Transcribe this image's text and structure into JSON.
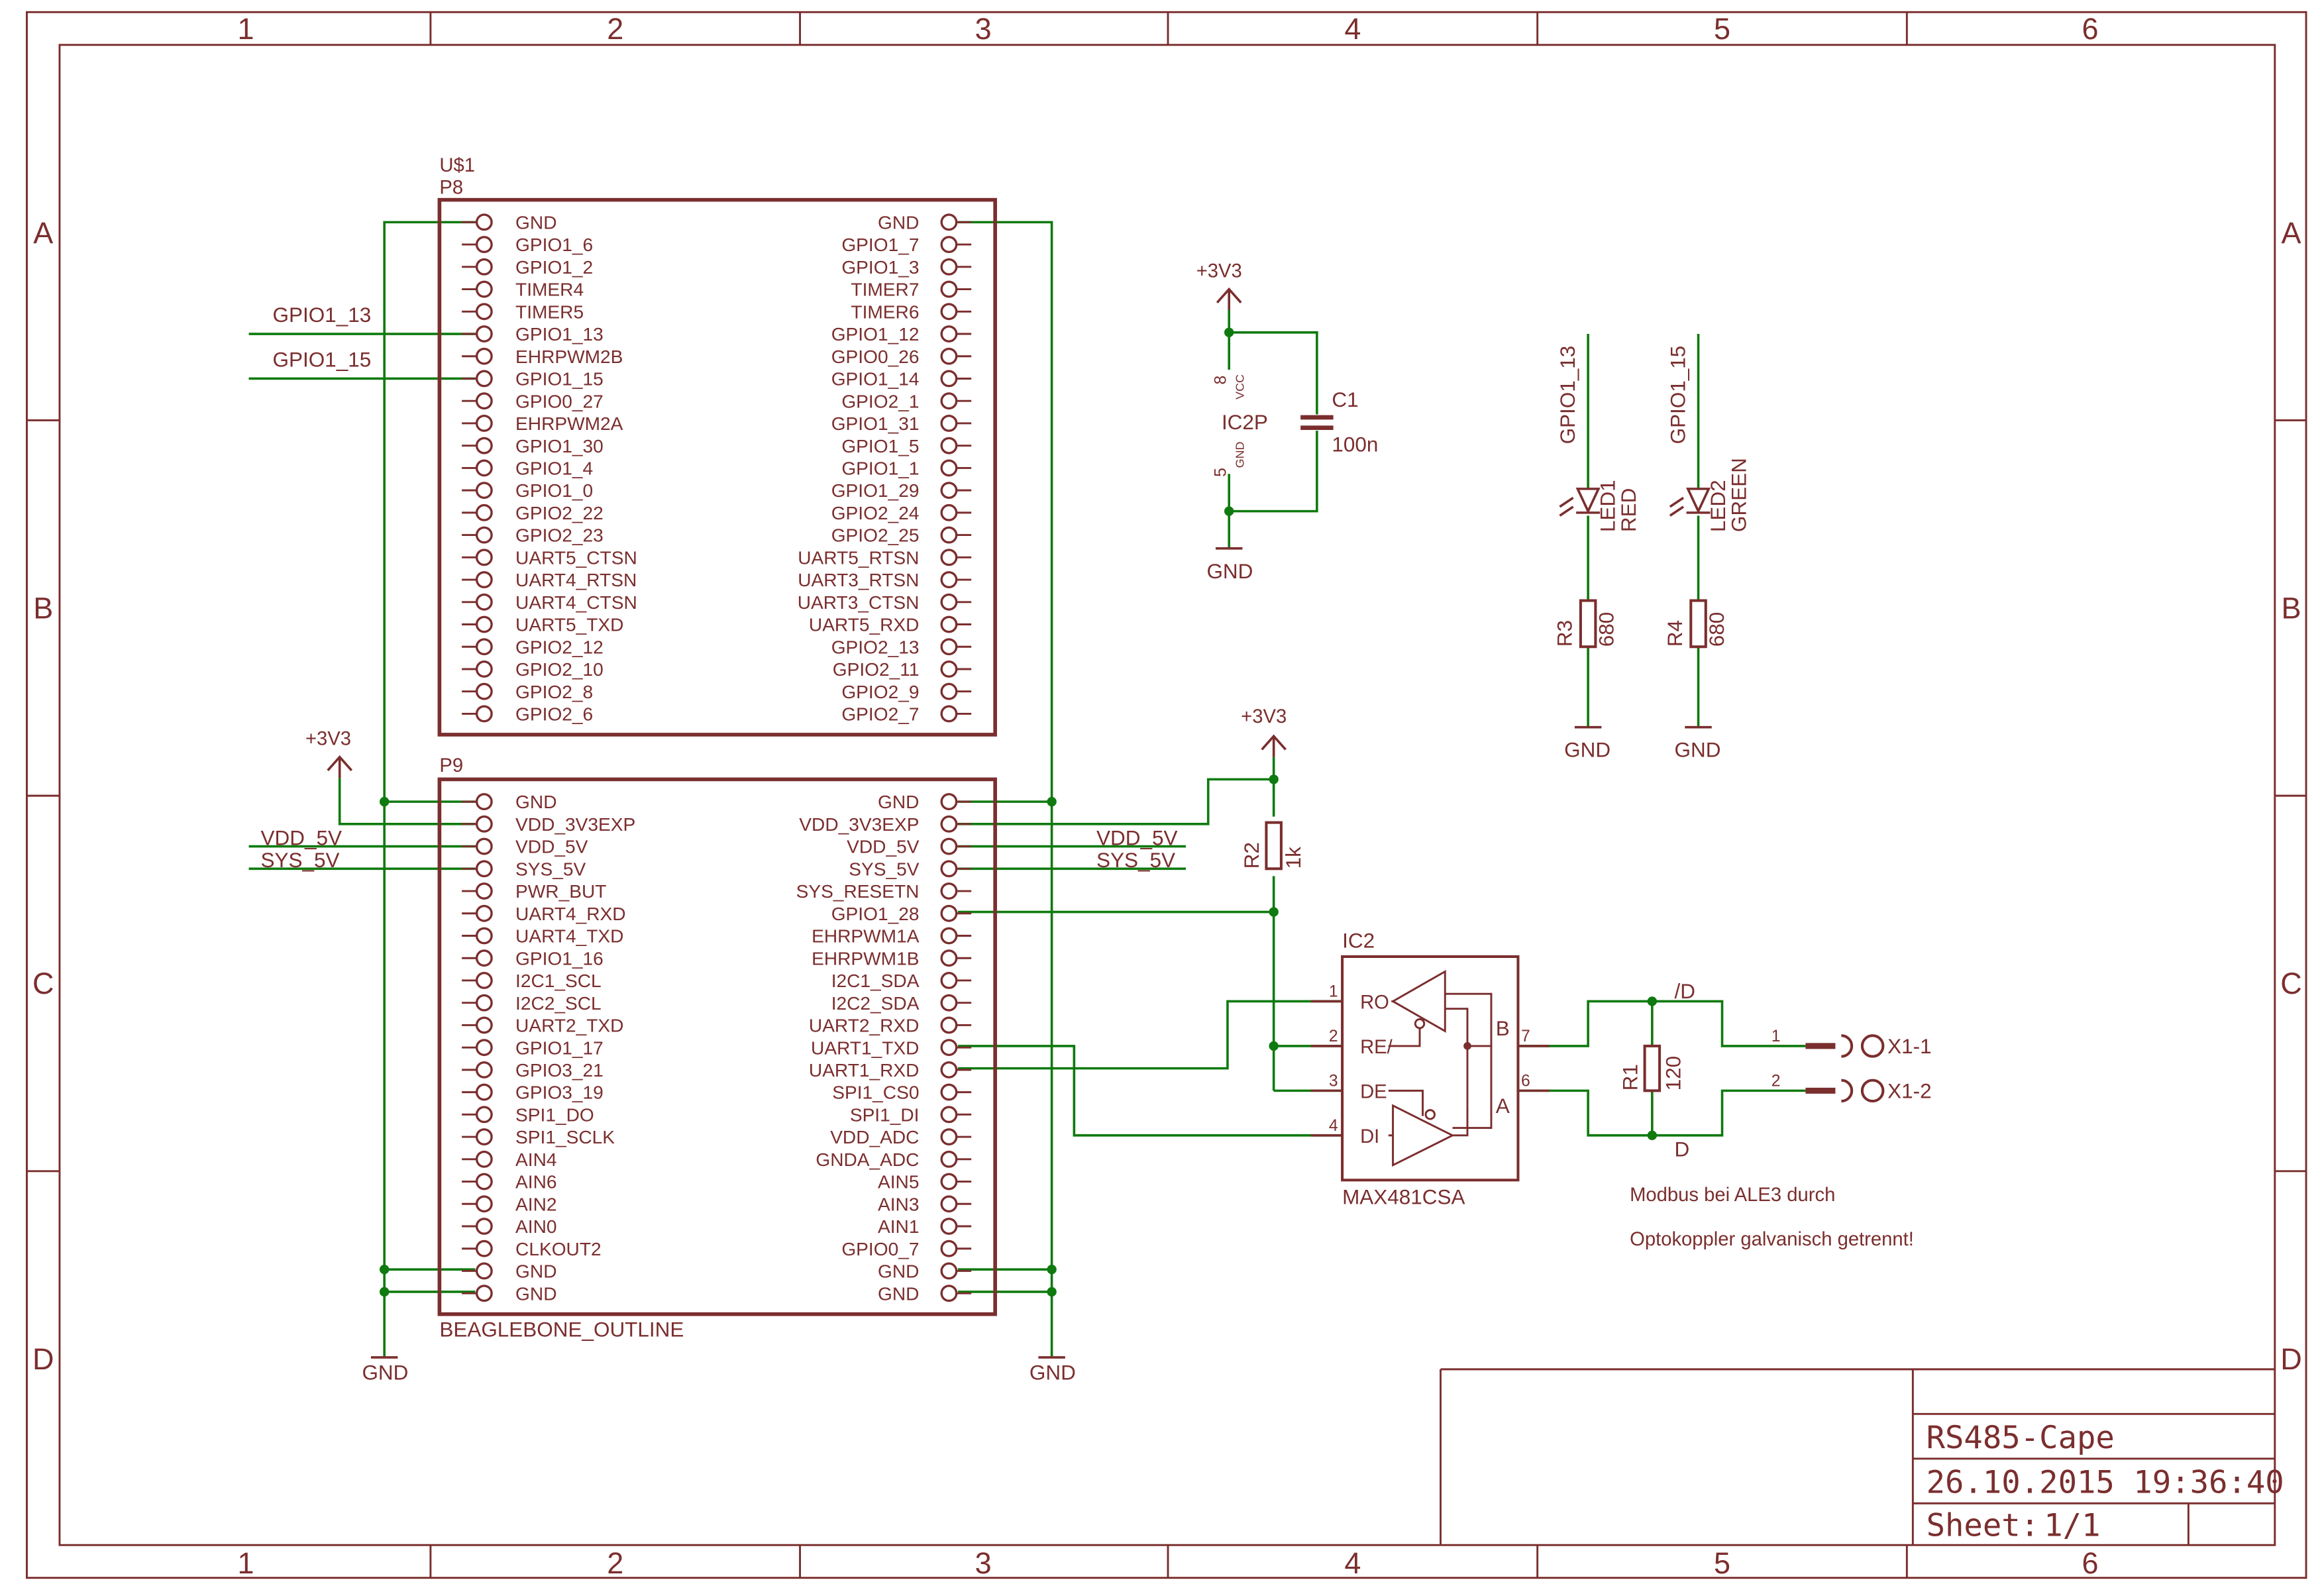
{
  "frame": {
    "columns": [
      "1",
      "2",
      "3",
      "4",
      "5",
      "6"
    ],
    "rows": [
      "A",
      "B",
      "C",
      "D"
    ]
  },
  "colors": {
    "frame": "#7b2e2e",
    "net": "#0f7a0f",
    "junction": "#0f7a0f",
    "text": "#7b2e2e"
  },
  "header": {
    "part": "U$1",
    "p8_label": "P8",
    "p9_label": "P9",
    "outline_label": "BEAGLEBONE_OUTLINE"
  },
  "p8": {
    "left": [
      "GND",
      "GPIO1_6",
      "GPIO1_2",
      "TIMER4",
      "TIMER5",
      "GPIO1_13",
      "EHRPWM2B",
      "GPIO1_15",
      "GPIO0_27",
      "EHRPWM2A",
      "GPIO1_30",
      "GPIO1_4",
      "GPIO1_0",
      "GPIO2_22",
      "GPIO2_23",
      "UART5_CTSN",
      "UART4_RTSN",
      "UART4_CTSN",
      "UART5_TXD",
      "GPIO2_12",
      "GPIO2_10",
      "GPIO2_8",
      "GPIO2_6"
    ],
    "right": [
      "GND",
      "GPIO1_7",
      "GPIO1_3",
      "TIMER7",
      "TIMER6",
      "GPIO1_12",
      "GPIO0_26",
      "GPIO1_14",
      "GPIO2_1",
      "GPIO1_31",
      "GPIO1_5",
      "GPIO1_1",
      "GPIO1_29",
      "GPIO2_24",
      "GPIO2_25",
      "UART5_RTSN",
      "UART3_RTSN",
      "UART3_CTSN",
      "UART5_RXD",
      "GPIO2_13",
      "GPIO2_11",
      "GPIO2_9",
      "GPIO2_7"
    ]
  },
  "p9": {
    "left": [
      "GND",
      "VDD_3V3EXP",
      "VDD_5V",
      "SYS_5V",
      "PWR_BUT",
      "UART4_RXD",
      "UART4_TXD",
      "GPIO1_16",
      "I2C1_SCL",
      "I2C2_SCL",
      "UART2_TXD",
      "GPIO1_17",
      "GPIO3_21",
      "GPIO3_19",
      "SPI1_DO",
      "SPI1_SCLK",
      "AIN4",
      "AIN6",
      "AIN2",
      "AIN0",
      "CLKOUT2",
      "GND",
      "GND"
    ],
    "right": [
      "GND",
      "VDD_3V3EXP",
      "VDD_5V",
      "SYS_5V",
      "SYS_RESETN",
      "GPIO1_28",
      "EHRPWM1A",
      "EHRPWM1B",
      "I2C1_SDA",
      "I2C2_SDA",
      "UART2_RXD",
      "UART1_TXD",
      "UART1_RXD",
      "SPI1_CS0",
      "SPI1_DI",
      "VDD_ADC",
      "GNDA_ADC",
      "AIN5",
      "AIN3",
      "AIN1",
      "GPIO0_7",
      "GND",
      "GND"
    ]
  },
  "net_labels": {
    "gpio1_13": "GPIO1_13",
    "gpio1_15": "GPIO1_15",
    "vdd_5v": "VDD_5V",
    "sys_5v": "SYS_5V"
  },
  "power": {
    "v3v3": "+3V3",
    "gnd": "GND"
  },
  "ic2p": {
    "name": "IC2P",
    "pin_vcc_num": "8",
    "pin_vcc_name": "VCC",
    "pin_gnd_num": "5",
    "pin_gnd_name": "GND"
  },
  "c1": {
    "name": "C1",
    "value": "100n"
  },
  "r2": {
    "name": "R2",
    "value": "1k"
  },
  "r1": {
    "name": "R1",
    "value": "120"
  },
  "r3": {
    "name": "R3",
    "value": "680"
  },
  "r4": {
    "name": "R4",
    "value": "680"
  },
  "led1": {
    "name": "LED1",
    "value": "RED",
    "net": "GPIO1_13"
  },
  "led2": {
    "name": "LED2",
    "value": "GREEN",
    "net": "GPIO1_15"
  },
  "ic2": {
    "name": "IC2",
    "part": "MAX481CSA",
    "pins": [
      {
        "num": "1",
        "name": "RO"
      },
      {
        "num": "2",
        "name": "RE/"
      },
      {
        "num": "3",
        "name": "DE"
      },
      {
        "num": "4",
        "name": "DI"
      }
    ],
    "b_label": "B",
    "a_label": "A",
    "b_num": "7",
    "a_num": "6"
  },
  "connector": {
    "x1_1": "X1-1",
    "x1_2": "X1-2",
    "pin1": "1",
    "pin2": "2",
    "net_top": "/D",
    "net_bottom": "D"
  },
  "notes": {
    "line1": "Modbus bei ALE3 durch",
    "line2": "Optokoppler galvanisch getrennt!"
  },
  "title_block": {
    "title": "RS485-Cape",
    "date": "26.10.2015 19:36:40",
    "sheet_label": "Sheet:",
    "sheet_value": "1/1"
  }
}
